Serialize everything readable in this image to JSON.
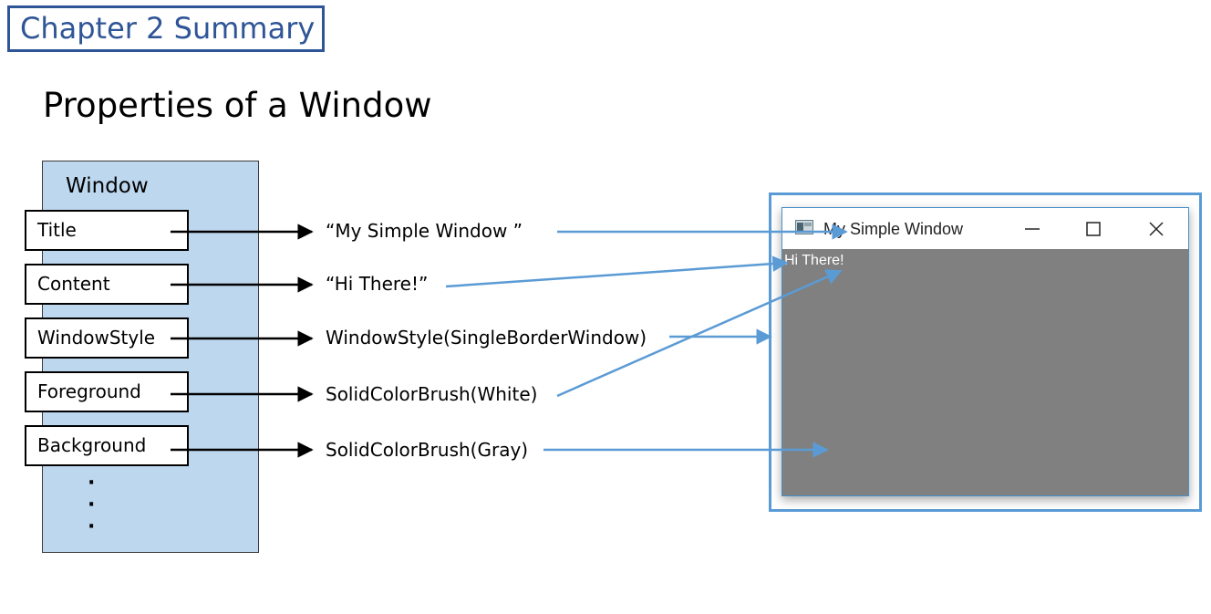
{
  "chapter_label": "Chapter 2 Summary",
  "heading": "Properties of a Window",
  "window_box": {
    "label": "Window",
    "dots": "·\n·\n·",
    "properties": [
      {
        "name": "Title",
        "value": "“My Simple Window ”"
      },
      {
        "name": "Content",
        "value": "“Hi There!”"
      },
      {
        "name": "WindowStyle",
        "value": "WindowStyle(SingleBorderWindow)"
      },
      {
        "name": "Foreground",
        "value": "SolidColorBrush(White)"
      },
      {
        "name": "Background",
        "value": "SolidColorBrush(Gray)"
      }
    ]
  },
  "preview": {
    "title": "My Simple Window",
    "content": "Hi There!",
    "icons": [
      "app-icon",
      "minimize-icon",
      "maximize-icon",
      "close-icon"
    ]
  },
  "colors": {
    "chapter_border": "#2f5597",
    "window_fill": "#bdd7ee",
    "arrow_blue": "#5b9bd5",
    "preview_bg": "#808080"
  }
}
